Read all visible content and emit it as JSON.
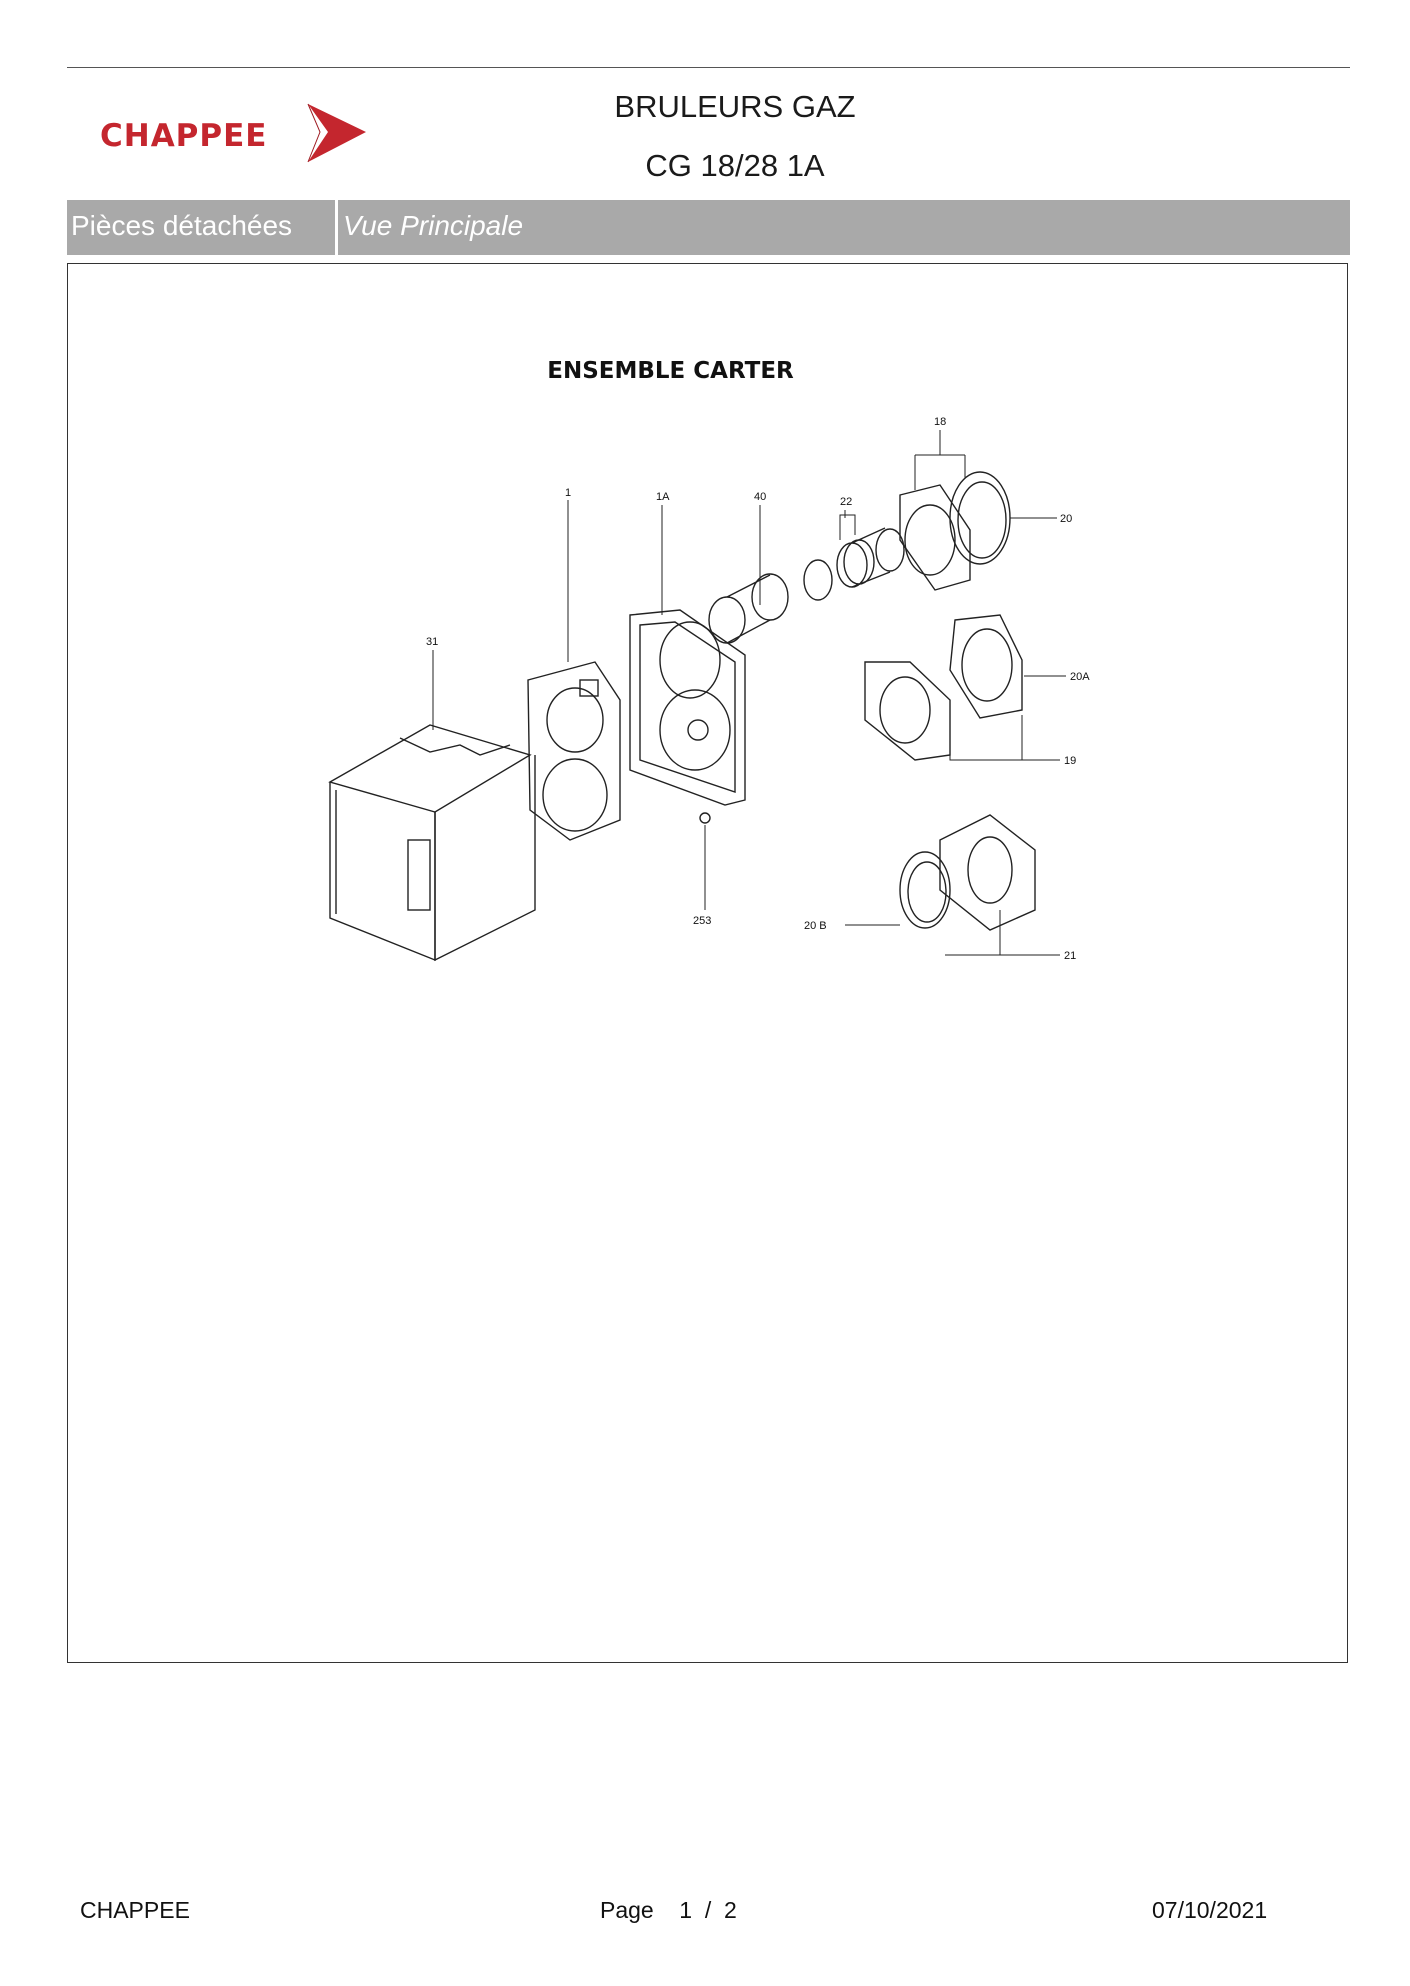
{
  "header": {
    "logo_text": "CHAPPEE",
    "title_line1": "BRULEURS GAZ",
    "title_line2": "CG 18/28 1A",
    "brand_color": "#c4262e"
  },
  "tabbar": {
    "section": "Pièces détachées",
    "view": "Vue Principale"
  },
  "diagram": {
    "title": "ENSEMBLE CARTER",
    "callouts": [
      "18",
      "1",
      "1A",
      "40",
      "22",
      "20",
      "31",
      "20A",
      "19",
      "253",
      "20 B",
      "21"
    ]
  },
  "footer": {
    "company": "CHAPPEE",
    "page_label": "Page",
    "page_current": "1",
    "page_sep": "/",
    "page_total": "2",
    "date": "07/10/2021"
  }
}
